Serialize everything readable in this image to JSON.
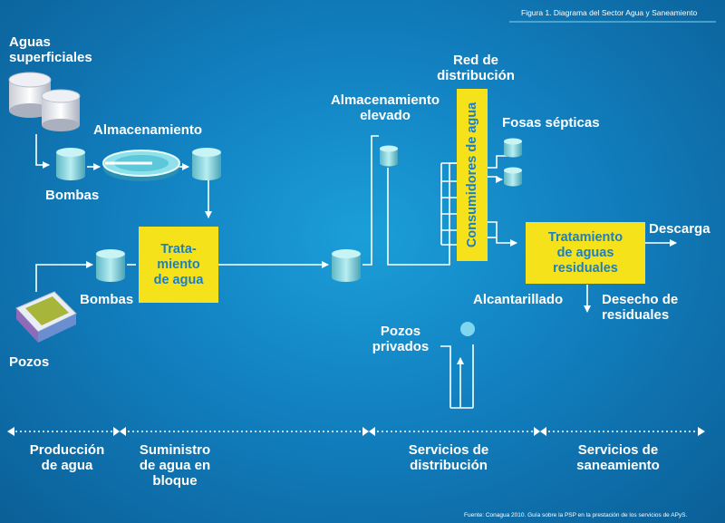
{
  "caption": "Figura 1. Diagrama del Sector Agua y Saneamiento",
  "source": "Fuente: Conagua 2010. Guía sobre la PSP en la prestación de los servicios de APyS.",
  "labels": {
    "aguas_superficiales": "Aguas\nsuperficiales",
    "almacenamiento": "Almacenamiento",
    "bombas_top": "Bombas",
    "bombas_bottom": "Bombas",
    "pozos": "Pozos",
    "almacenamiento_elevado": "Almacenamiento\nelevado",
    "red_distribucion": "Red de\ndistribución",
    "fosas_septicas": "Fosas sépticas",
    "descarga": "Descarga",
    "alcantarillado": "Alcantarillado",
    "desecho_residuales": "Desecho de\nresiduales",
    "pozos_privados": "Pozos\nprivados"
  },
  "boxes": {
    "tratamiento_agua": "Trata-\nmiento\nde agua",
    "consumidores": "Consumidores de agua",
    "tratamiento_residuales": "Tratamiento\nde aguas\nresiduales"
  },
  "stages": [
    {
      "label": "Producción\nde agua"
    },
    {
      "label": "Suministro\nde agua en\nbloque"
    },
    {
      "label": "Servicios de\ndistribución"
    },
    {
      "label": "Servicios de\nsaneamiento"
    }
  ],
  "colors": {
    "background": "#1384c4",
    "box": "#f5e21a",
    "box_text": "#1d7fc2",
    "line": "#ffffff",
    "tank": "#7fd0d8"
  }
}
